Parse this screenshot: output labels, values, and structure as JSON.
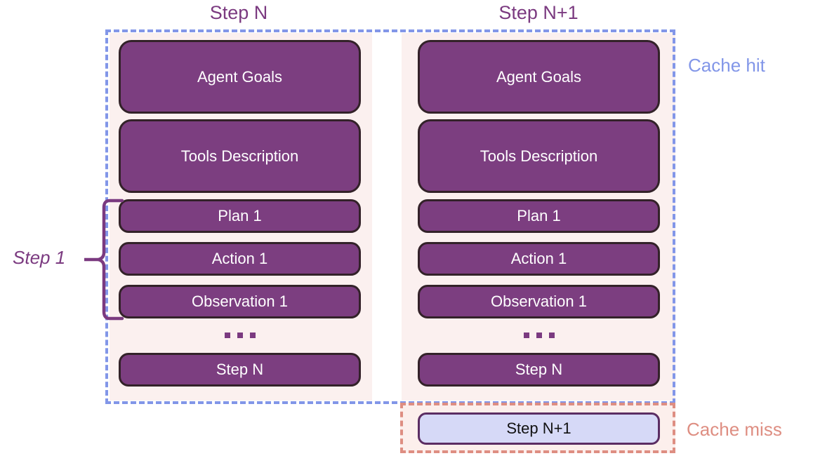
{
  "diagram": {
    "title_left": "Step N",
    "title_right": "Step N+1",
    "cache_hit_label": "Cache hit",
    "cache_miss_label": "Cache miss",
    "step_bracket_label": "Step 1",
    "ellipsis": "...",
    "colors": {
      "block_fill": "#7C3E80",
      "block_border": "#332229",
      "block_text": "#FFFFFF",
      "panel_background": "#FBF0EF",
      "cache_hit_border": "#8296E8",
      "cache_hit_text": "#8296E8",
      "cache_miss_border": "#DE8E82",
      "cache_miss_text": "#DE8E82",
      "cache_miss_background": "#FCEFEC",
      "new_step_fill": "#D6D9F7",
      "new_step_border": "#5B2D63",
      "new_step_text": "#111111",
      "title_text": "#7B3A80",
      "bracket": "#7B3A80"
    },
    "column_left": {
      "name": "Step N",
      "blocks": [
        {
          "label": "Agent Goals"
        },
        {
          "label": "Tools Description"
        },
        {
          "label": "Plan 1"
        },
        {
          "label": "Action 1"
        },
        {
          "label": "Observation 1"
        },
        {
          "label": "Step N"
        }
      ]
    },
    "column_right": {
      "name": "Step N+1",
      "blocks": [
        {
          "label": "Agent Goals"
        },
        {
          "label": "Tools Description"
        },
        {
          "label": "Plan 1"
        },
        {
          "label": "Action 1"
        },
        {
          "label": "Observation 1"
        },
        {
          "label": "Step N"
        }
      ],
      "new_block": {
        "label": "Step N+1"
      }
    }
  }
}
